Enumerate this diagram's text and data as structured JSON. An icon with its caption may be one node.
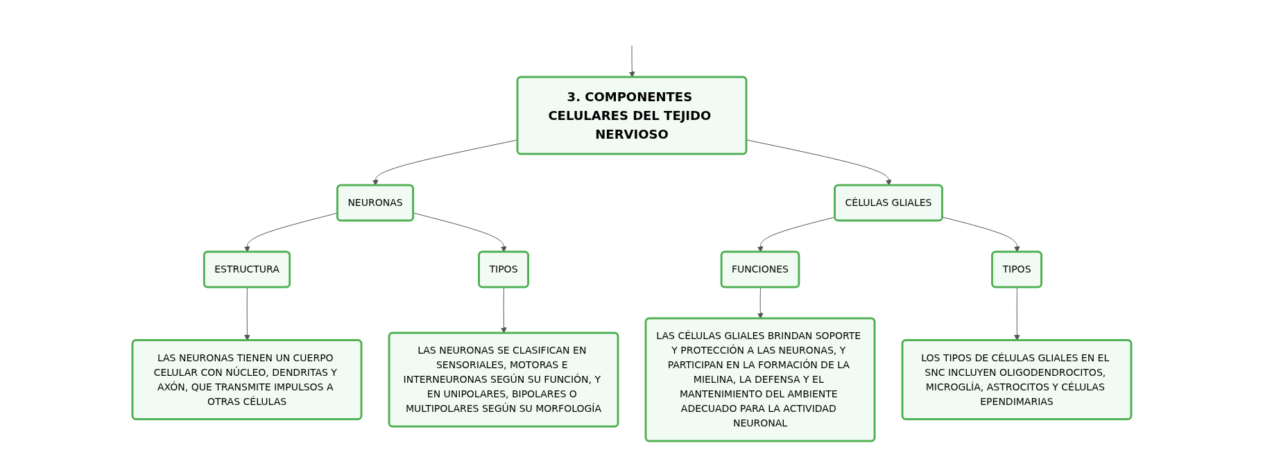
{
  "diagram": {
    "nodes": [
      {
        "text": [
          "3. COMPONENTES CELULARES DEL TEJIDO NERVIOSO"
        ]
      },
      {
        "text": [
          "NEURONAS"
        ]
      },
      {
        "text": [
          "CÉLULAS GLIALES"
        ]
      },
      {
        "text": [
          "ESTRUCTURA"
        ]
      },
      {
        "text": [
          "TIPOS"
        ]
      },
      {
        "text": [
          "FUNCIONES"
        ]
      },
      {
        "text": [
          "TIPOS"
        ]
      },
      {
        "text": [
          "LAS NEURONAS TIENEN UN CUERPO CELULAR CON NÚCLEO, DENDRITAS Y AXÓN, QUE TRANSMITE IMPULSOS A OTRAS CÉLULAS"
        ]
      },
      {
        "text": [
          "LAS NEURONAS SE CLASIFICAN EN SENSORIALES, MOTORAS E INTERNEURONAS SEGÚN SU FUNCIÓN, Y EN UNIPOLARES, BIPOLARES O MULTIPOLARES SEGÚN SU MORFOLOGÍA"
        ]
      },
      {
        "text": [
          "LAS CÉLULAS GLIALES BRINDAN SOPORTE Y PROTECCIÓN A LAS NEURONAS, Y PARTICIPAN EN LA FORMACIÓN DE LA MIELINA, LA DEFENSA Y EL MANTENIMIENTO DEL AMBIENTE ADECUADO PARA LA ACTIVIDAD NEURONAL"
        ]
      },
      {
        "text": [
          "LOS TIPOS DE CÉLULAS GLIALES EN EL SNC INCLUYEN OLIGODENDROCITOS, MICROGLÍA, ASTROCITOS Y CÉLULAS EPENDIMARIAS"
        ]
      }
    ],
    "edges": [
      {
        "from": null,
        "to": 0,
        "arrow": "to"
      },
      {
        "from": 0,
        "to": 1,
        "arrow": "to"
      },
      {
        "from": 0,
        "to": 2,
        "arrow": "to"
      },
      {
        "from": 1,
        "to": 3,
        "arrow": "to"
      },
      {
        "from": 1,
        "to": 4,
        "arrow": "to"
      },
      {
        "from": 2,
        "to": 5,
        "arrow": "to"
      },
      {
        "from": 2,
        "to": 6,
        "arrow": "to"
      },
      {
        "from": 3,
        "to": 7,
        "arrow": "to"
      },
      {
        "from": 4,
        "to": 8,
        "arrow": "to"
      },
      {
        "from": 5,
        "to": 9,
        "arrow": "to"
      },
      {
        "from": 6,
        "to": 10,
        "arrow": "to"
      }
    ]
  }
}
